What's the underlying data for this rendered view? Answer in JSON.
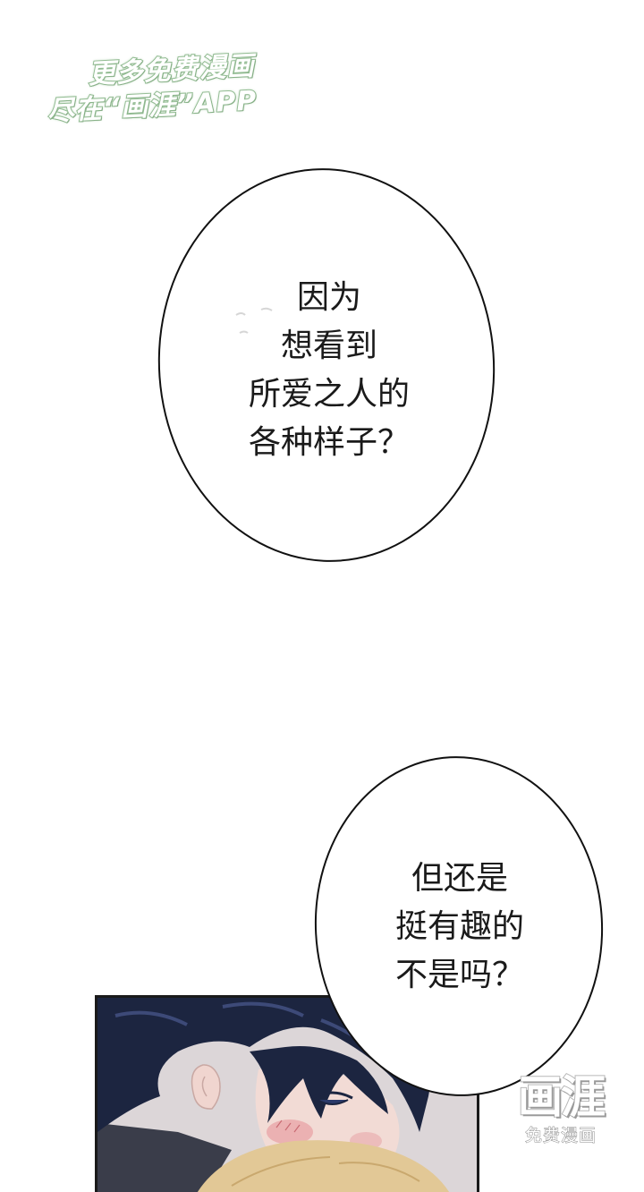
{
  "watermark_top": {
    "line1": "更多免费漫画",
    "line2": "尽在“画涯”APP"
  },
  "bubble_1": {
    "lines": [
      "因为",
      "想看到",
      "所爱之人的",
      "各种样子？"
    ]
  },
  "bubble_2": {
    "lines": [
      "但还是",
      "挺有趣的",
      "不是吗？"
    ]
  },
  "watermark_bottom": {
    "logo": "画涯",
    "subtitle": "免费漫画"
  },
  "colors": {
    "hair": "#1c2540",
    "skin": "#f1d9d3",
    "blush": "#e8a3a6",
    "blond_hair": "#e2c896",
    "watermark_green": "#8fb88f"
  }
}
